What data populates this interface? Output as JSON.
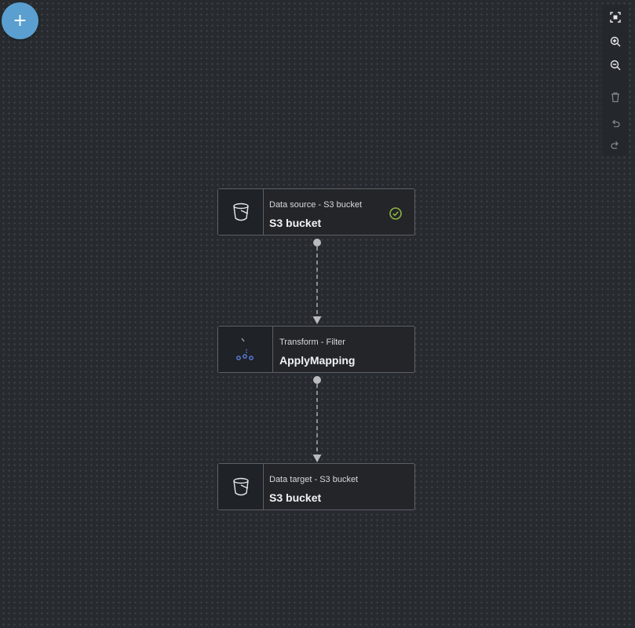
{
  "canvas": {
    "add_button": {
      "icon": "plus-icon",
      "label": "+"
    }
  },
  "toolbar": {
    "buttons": [
      {
        "name": "fit-view",
        "icon": "fit-view-icon"
      },
      {
        "name": "zoom-in",
        "icon": "zoom-in-icon"
      },
      {
        "name": "zoom-out",
        "icon": "zoom-out-icon"
      },
      {
        "name": "delete",
        "icon": "trash-icon"
      },
      {
        "name": "undo",
        "icon": "undo-icon"
      },
      {
        "name": "redo",
        "icon": "redo-icon"
      }
    ]
  },
  "nodes": [
    {
      "subtitle": "Data source - S3 bucket",
      "title": "S3 bucket",
      "icon": "bucket-icon",
      "status": "valid",
      "status_icon": "check-circle-icon"
    },
    {
      "subtitle": "Transform - Filter",
      "title": "ApplyMapping",
      "icon": "filter-transform-icon"
    },
    {
      "subtitle": "Data target - S3 bucket",
      "title": "S3 bucket",
      "icon": "bucket-icon"
    }
  ],
  "colors": {
    "accent": "#5a9fd0",
    "success": "#8bb43f",
    "node_border": "#5c6068",
    "edge": "#a9acb0",
    "transform_icon": "#5d7fe6"
  }
}
